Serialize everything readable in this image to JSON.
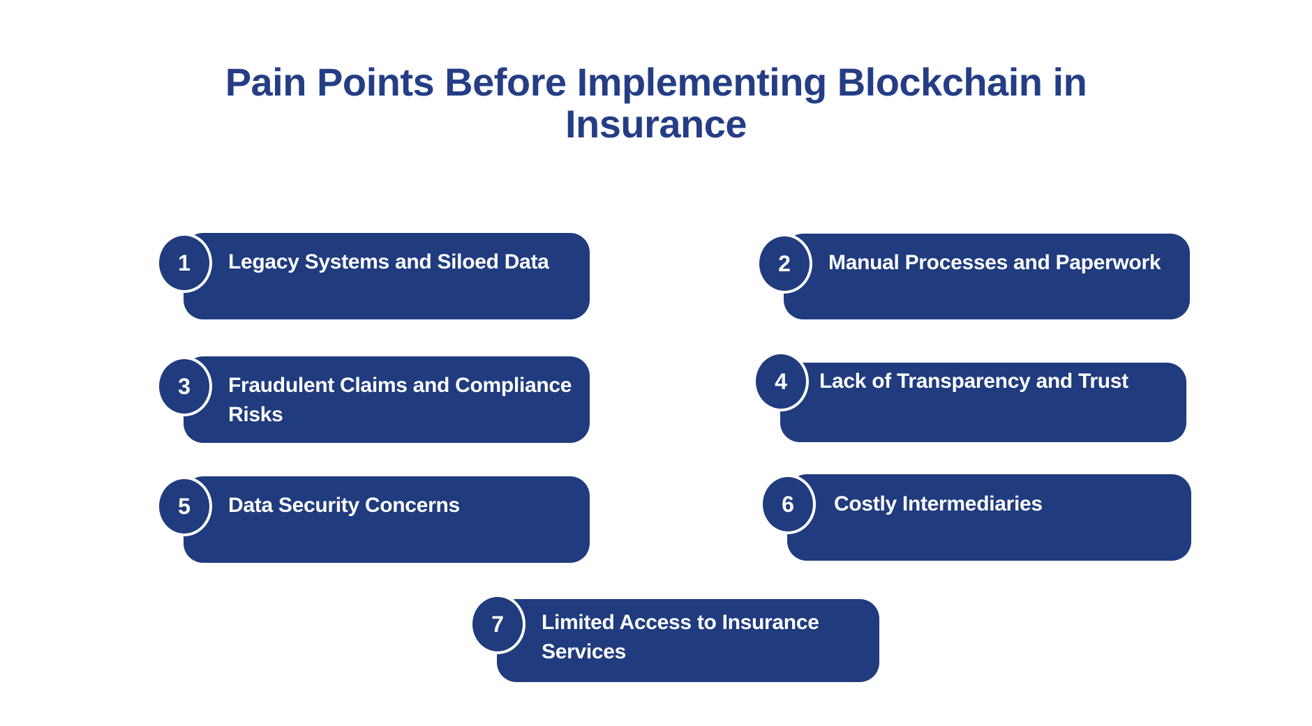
{
  "title": {
    "text": "Pain Points Before Implementing Blockchain in Insurance",
    "lines": [
      "Pain Points Before Implementing Blockchain in",
      "Insurance"
    ]
  },
  "colors": {
    "background": "#ffffff",
    "navy_title": "#243d85",
    "navy_box": "#203b7e",
    "text_on_box": "#ffffff"
  },
  "items": [
    {
      "number": "1",
      "label": "Legacy Systems and Siloed Data",
      "lines": [
        "Legacy Systems and Siloed Data"
      ]
    },
    {
      "number": "2",
      "label": "Manual Processes and Paperwork",
      "lines": [
        "Manual Processes and Paperwork"
      ]
    },
    {
      "number": "3",
      "label": "Fraudulent Claims and Compliance Risks",
      "lines": [
        "Fraudulent Claims and Compliance",
        "Risks"
      ]
    },
    {
      "number": "4",
      "label": "Lack of Transparency and Trust",
      "lines": [
        "Lack of Transparency and Trust"
      ]
    },
    {
      "number": "5",
      "label": "Data Security Concerns",
      "lines": [
        "Data Security Concerns"
      ]
    },
    {
      "number": "6",
      "label": "Costly Intermediaries",
      "lines": [
        "Costly Intermediaries"
      ]
    },
    {
      "number": "7",
      "label": "Limited Access to Insurance Services",
      "lines": [
        "Limited Access to Insurance",
        "Services"
      ]
    }
  ]
}
